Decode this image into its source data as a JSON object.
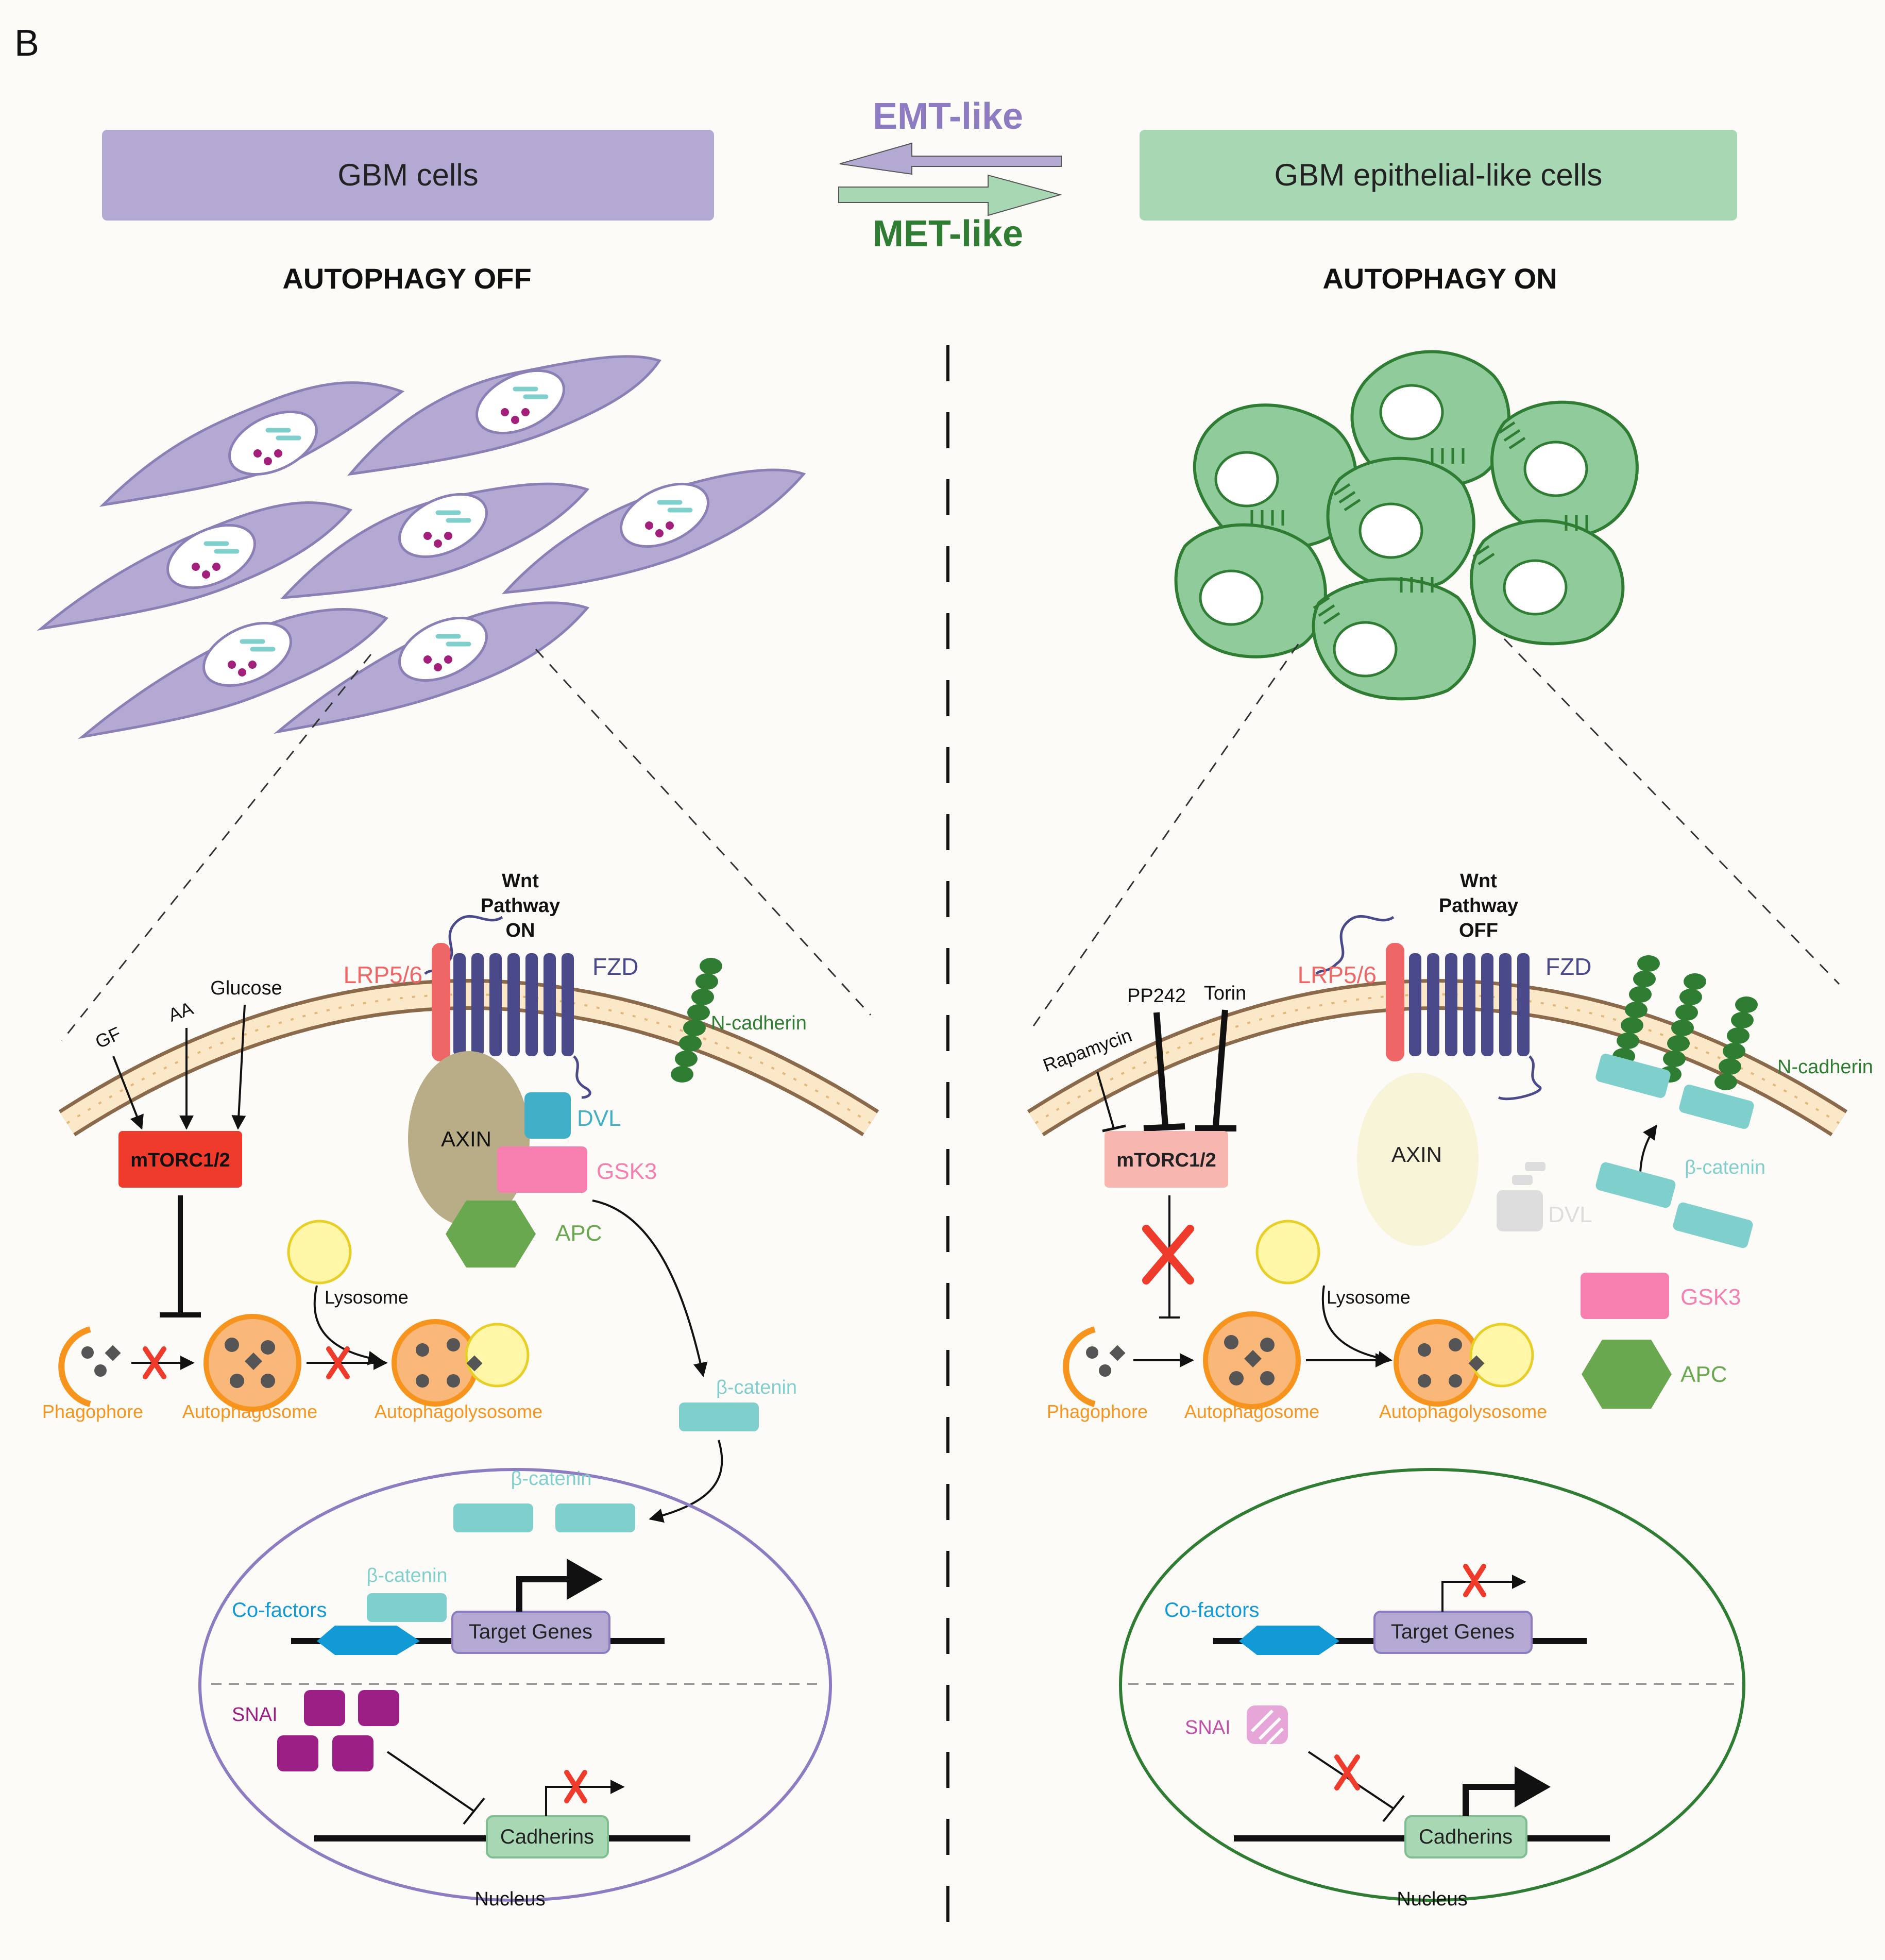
{
  "panel_label": "B",
  "header": {
    "left_box": "GBM cells",
    "right_box": "GBM epithelial-like cells",
    "emt": "EMT-like",
    "met": "MET-like",
    "left_state": "AUTOPHAGY OFF",
    "right_state": "AUTOPHAGY ON"
  },
  "left": {
    "wnt": [
      "Wnt",
      "Pathway",
      "ON"
    ],
    "lrp": "LRP5/6",
    "fzd": "FZD",
    "ncad": "N-cadherin",
    "inputs": [
      "GF",
      "AA",
      "Glucose"
    ],
    "mtorc": "mTORC1/2",
    "axin": "AXIN",
    "dvl": "DVL",
    "gsk3": "GSK3",
    "apc": "APC",
    "lysosome": "Lysosome",
    "phagophore": "Phagophore",
    "autophagosome": "Autophagosome",
    "autophagolysosome": "Autophagolysosome",
    "bcat": "β-catenin",
    "cofactors": "Co-factors",
    "target_genes": "Target Genes",
    "snai": "SNAI",
    "cadherins": "Cadherins",
    "nucleus": "Nucleus"
  },
  "right": {
    "wnt": [
      "Wnt",
      "Pathway",
      "OFF"
    ],
    "lrp": "LRP5/6",
    "fzd": "FZD",
    "ncad": "N-cadherin",
    "inputs": [
      "Rapamycin",
      "PP242",
      "Torin"
    ],
    "mtorc": "mTORC1/2",
    "axin": "AXIN",
    "dvl": "DVL",
    "gsk3": "GSK3",
    "apc": "APC",
    "lysosome": "Lysosome",
    "phagophore": "Phagophore",
    "autophagosome": "Autophagosome",
    "autophagolysosome": "Autophagolysosome",
    "bcat": "β-catenin",
    "cofactors": "Co-factors",
    "target_genes": "Target Genes",
    "snai": "SNAI",
    "cadherins": "Cadherins",
    "nucleus": "Nucleus"
  },
  "colors": {
    "purple_box": "#b3a9d3",
    "green_box": "#a8d8b3",
    "emt_text": "#8e7cc3",
    "met_text": "#2e7d32",
    "orange": "#f7941d",
    "mtorc_on": "#ef3b2c",
    "mtorc_off": "#f7b6b0",
    "teal": "#7fd0cc",
    "pink": "#f77fb0",
    "apc_green": "#6aa84f",
    "snai": "#9b1f84",
    "fzd": "#4a4a8a",
    "lrp": "#ee6666",
    "ncad": "#2e7d32"
  }
}
